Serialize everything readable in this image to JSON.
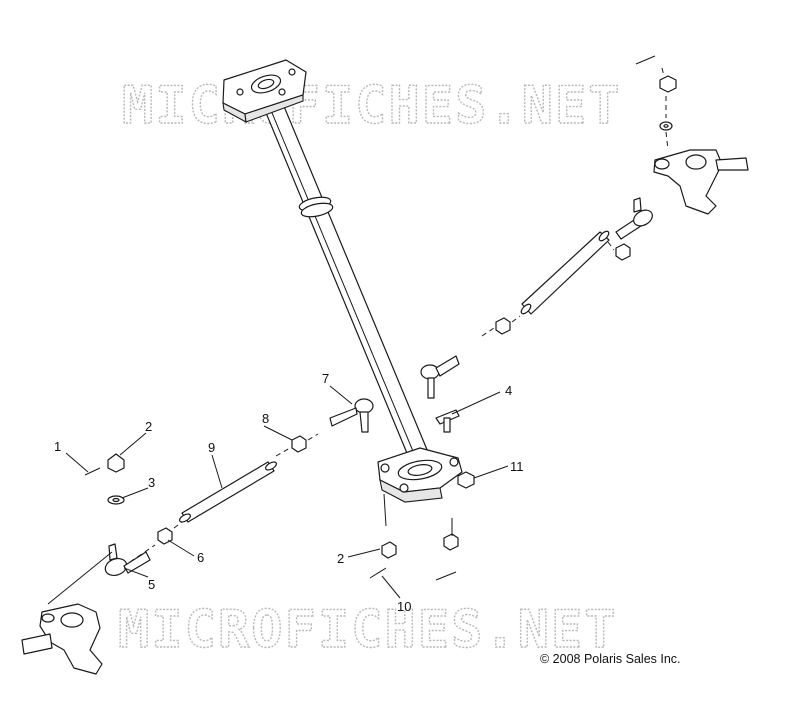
{
  "watermark": {
    "text": "MICROFICHES.NET"
  },
  "copyright": "© 2008 Polaris Sales Inc.",
  "callouts": {
    "c1": "1",
    "c2a": "2",
    "c2b": "2",
    "c3": "3",
    "c4": "4",
    "c5": "5",
    "c6": "6",
    "c7": "7",
    "c8": "8",
    "c9": "9",
    "c10": "10",
    "c11": "11"
  },
  "colors": {
    "line": "#1a1a1a",
    "watermark": "#b8b8b8"
  }
}
